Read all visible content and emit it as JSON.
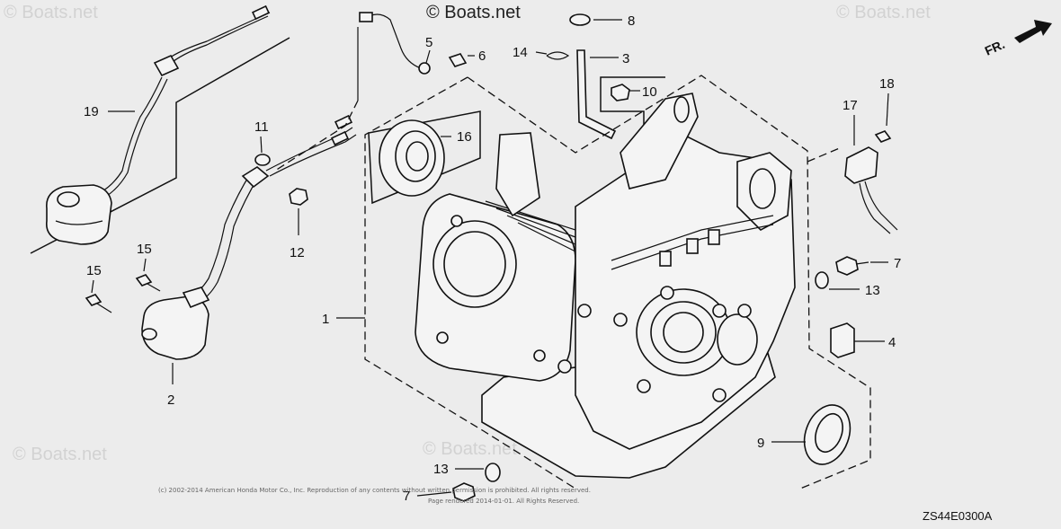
{
  "watermarks": {
    "top_left": "© Boats.net",
    "top_center": "© Boats.net",
    "top_right": "© Boats.net",
    "bottom_left": "© Boats.net",
    "bottom_center": "© Boats.net"
  },
  "callouts": {
    "c1": "1",
    "c2": "2",
    "c3": "3",
    "c4": "4",
    "c5": "5",
    "c6": "6",
    "c7a": "7",
    "c7b": "7",
    "c8": "8",
    "c9": "9",
    "c10": "10",
    "c11": "11",
    "c12": "12",
    "c13a": "13",
    "c13b": "13",
    "c14": "14",
    "c15a": "15",
    "c15b": "15",
    "c16": "16",
    "c17": "17",
    "c18": "18",
    "c19": "19"
  },
  "direction_label": "FR.",
  "copyright_line1": "(c) 2002-2014 American Honda Motor Co., Inc. Reproduction of any contents without written permission is prohibited. All rights reserved.",
  "copyright_line2": "Page rendered 2014-01-01. All Rights Reserved.",
  "diagram_code": "ZS44E0300A"
}
